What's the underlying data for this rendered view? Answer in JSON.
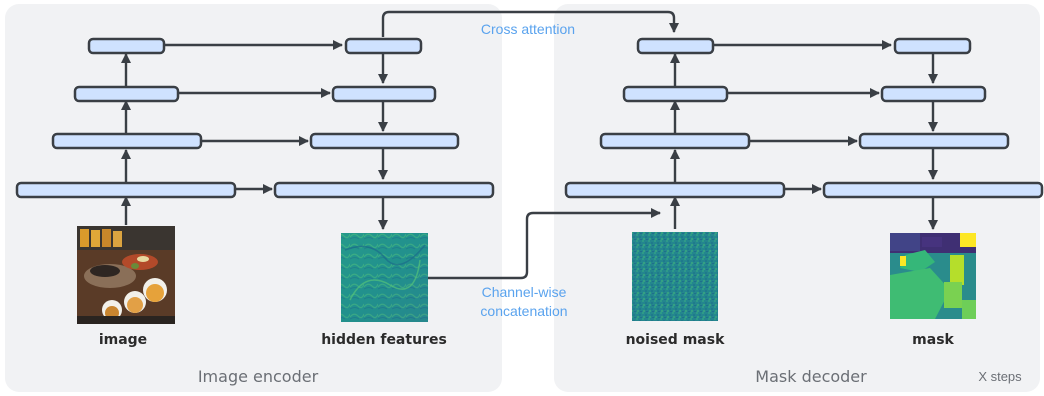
{
  "panels": {
    "encoder_title": "Image encoder",
    "decoder_title": "Mask decoder",
    "steps_label": "X steps"
  },
  "connections": {
    "cross_attention": "Cross attention",
    "channel_concat_line1": "Channel-wise",
    "channel_concat_line2": "concatenation"
  },
  "images": {
    "input": "image",
    "hidden": "hidden features",
    "noised": "noised mask",
    "output": "mask"
  },
  "colors": {
    "block_fill": "#cfe2ff",
    "panel_bg": "#f1f2f4",
    "annotation_blue": "#5aa3ee"
  }
}
